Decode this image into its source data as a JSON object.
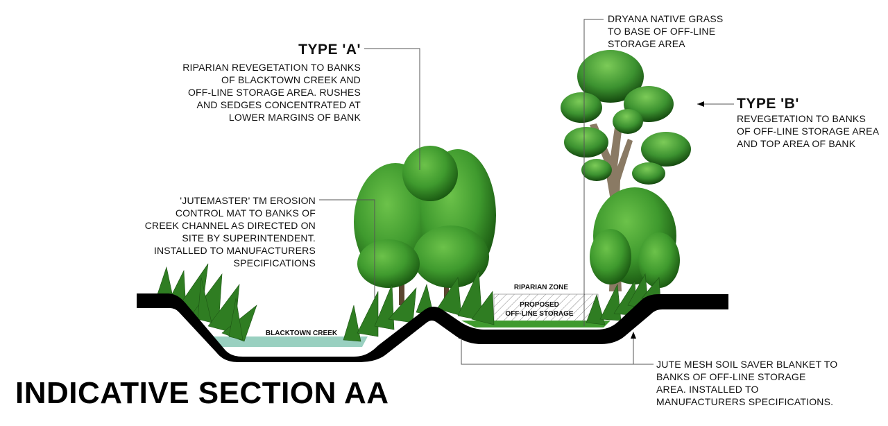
{
  "title": "INDICATIVE SECTION AA",
  "type_a": {
    "heading": "TYPE 'A'",
    "lines": [
      "RIPARIAN REVEGETATION TO BANKS",
      "OF BLACKTOWN CREEK AND",
      "OFF-LINE STORAGE AREA.  RUSHES",
      "AND SEDGES CONCENTRATED AT",
      "LOWER MARGINS OF BANK"
    ]
  },
  "type_b": {
    "heading": "TYPE 'B'",
    "lines": [
      "REVEGETATION TO BANKS",
      "OF OFF-LINE STORAGE AREA",
      "AND TOP AREA OF BANK"
    ]
  },
  "dryana": {
    "lines": [
      "DRYANA NATIVE GRASS",
      "TO BASE OF OFF-LINE",
      "STORAGE AREA"
    ]
  },
  "jutemaster": {
    "lines": [
      "'JUTEMASTER' TM EROSION",
      "CONTROL MAT TO BANKS OF",
      "CREEK CHANNEL AS DIRECTED ON",
      "SITE BY SUPERINTENDENT.",
      "INSTALLED TO MANUFACTURERS",
      "SPECIFICATIONS"
    ]
  },
  "jute_mesh": {
    "lines": [
      "JUTE MESH SOIL SAVER BLANKET TO",
      "BANKS OF OFF-LINE STORAGE",
      "AREA. INSTALLED TO",
      "MANUFACTURERS SPECIFICATIONS."
    ]
  },
  "labels": {
    "creek": "BLACKTOWN CREEK",
    "riparian": "RIPARIAN ZONE",
    "proposed_1": "PROPOSED",
    "proposed_2": "OFF-LINE STORAGE"
  },
  "colors": {
    "ground": "#000000",
    "foliage_dark": "#1f6a1a",
    "foliage_mid": "#3f9a2e",
    "foliage_light": "#6cc24a",
    "water": "#7fc4b0",
    "leader": "#555555"
  }
}
